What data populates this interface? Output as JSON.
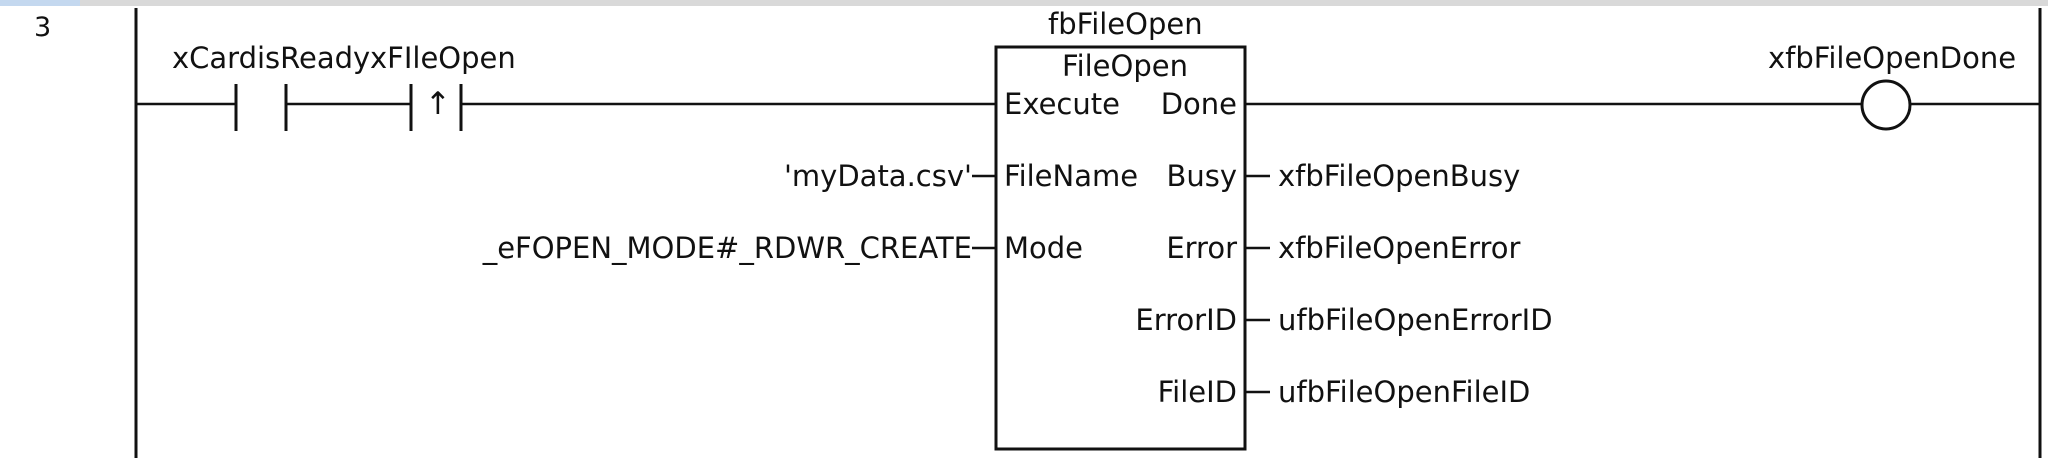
{
  "rung": {
    "number": "3"
  },
  "contacts": [
    {
      "variable": "xCardisReady",
      "type": "normally-open"
    },
    {
      "variable": "xFIleOpen",
      "type": "rising-edge",
      "symbol": "↑"
    }
  ],
  "function_block": {
    "instance": "fbFileOpen",
    "type": "FileOpen",
    "inputs": [
      {
        "pin": "Execute",
        "connected": ""
      },
      {
        "pin": "FileName",
        "connected": "'myData.csv'"
      },
      {
        "pin": "Mode",
        "connected": "_eFOPEN_MODE#_RDWR_CREATE"
      }
    ],
    "outputs": [
      {
        "pin": "Done",
        "connected": ""
      },
      {
        "pin": "Busy",
        "connected": "xfbFileOpenBusy"
      },
      {
        "pin": "Error",
        "connected": "xfbFileOpenError"
      },
      {
        "pin": "ErrorID",
        "connected": "ufbFileOpenErrorID"
      },
      {
        "pin": "FileID",
        "connected": "ufbFileOpenFileID"
      }
    ]
  },
  "coil": {
    "variable": "xfbFileOpenDone"
  }
}
